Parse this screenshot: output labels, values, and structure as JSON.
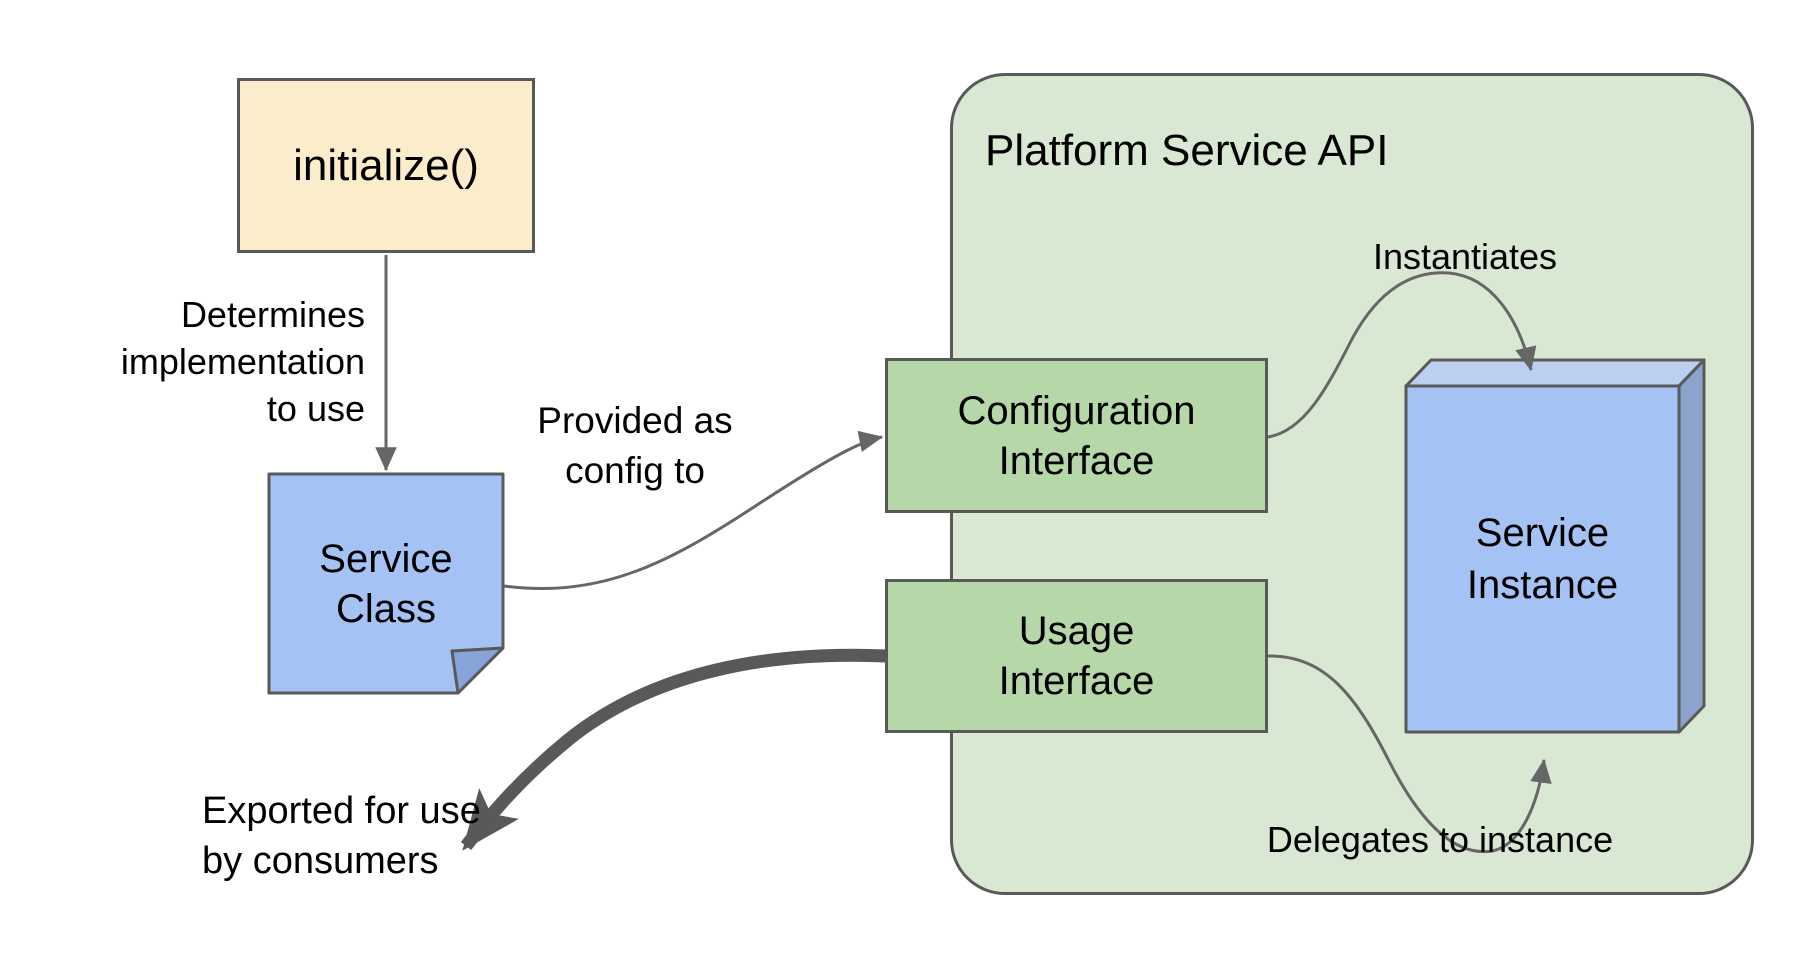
{
  "colors": {
    "canvas_bg": "#ffffff",
    "initialize_fill": "#fbedcb",
    "note_fill": "#a4c2f4",
    "note_fold_fill": "#87a4d8",
    "container_fill": "#d9e8d3",
    "interface_fill": "#b6d7a8",
    "cube_front_fill": "#a4c2f4",
    "cube_top_fill": "#bccff1",
    "cube_side_fill": "#8ca3cc",
    "border_color": "#595959",
    "connector_color": "#666666",
    "text_color": "#000000"
  },
  "nodes": {
    "initialize": {
      "label": "initialize()"
    },
    "service_class": {
      "label": "Service\nClass"
    },
    "platform_container": {
      "title": "Platform Service API"
    },
    "configuration_interface": {
      "label": "Configuration\nInterface"
    },
    "usage_interface": {
      "label": "Usage\nInterface"
    },
    "service_instance": {
      "label": "Service\nInstance"
    }
  },
  "annotations": {
    "determines": "Determines\nimplementation\nto use",
    "provided_as_config": "Provided as\nconfig to",
    "instantiates": "Instantiates",
    "delegates": "Delegates to instance",
    "exported": "Exported for use\nby consumers"
  }
}
